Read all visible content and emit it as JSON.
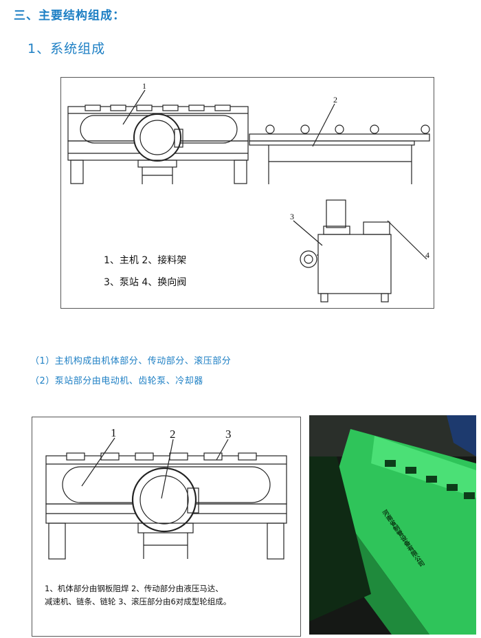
{
  "heading": "三、主要结构组成：",
  "subheading": "1、系统组成",
  "figure1": {
    "callouts": [
      "1",
      "2",
      "3",
      "4"
    ],
    "legend_line1": "1、主机  2、接料架",
    "legend_line2": "3、泵站  4、换向阀"
  },
  "notes": [
    "（1）主机构成由机体部分、传动部分、滚压部分",
    "（2）泵站部分由电动机、齿轮泵、冷却器"
  ],
  "figure2": {
    "callouts": [
      "1",
      "2",
      "3"
    ],
    "caption_line1": "1、机体部分由钢板阻焊  2、传动部分由液压马达、",
    "caption_line2": "减速机、链条、链轮  3、滚压部分由6对成型轮组成。"
  },
  "photo": {
    "stamp_text": "河南省制管设备有限公司",
    "colors": {
      "machine": "#2fc45a",
      "shadow": "#0d3d1a",
      "background": "#1a1d1a"
    }
  }
}
